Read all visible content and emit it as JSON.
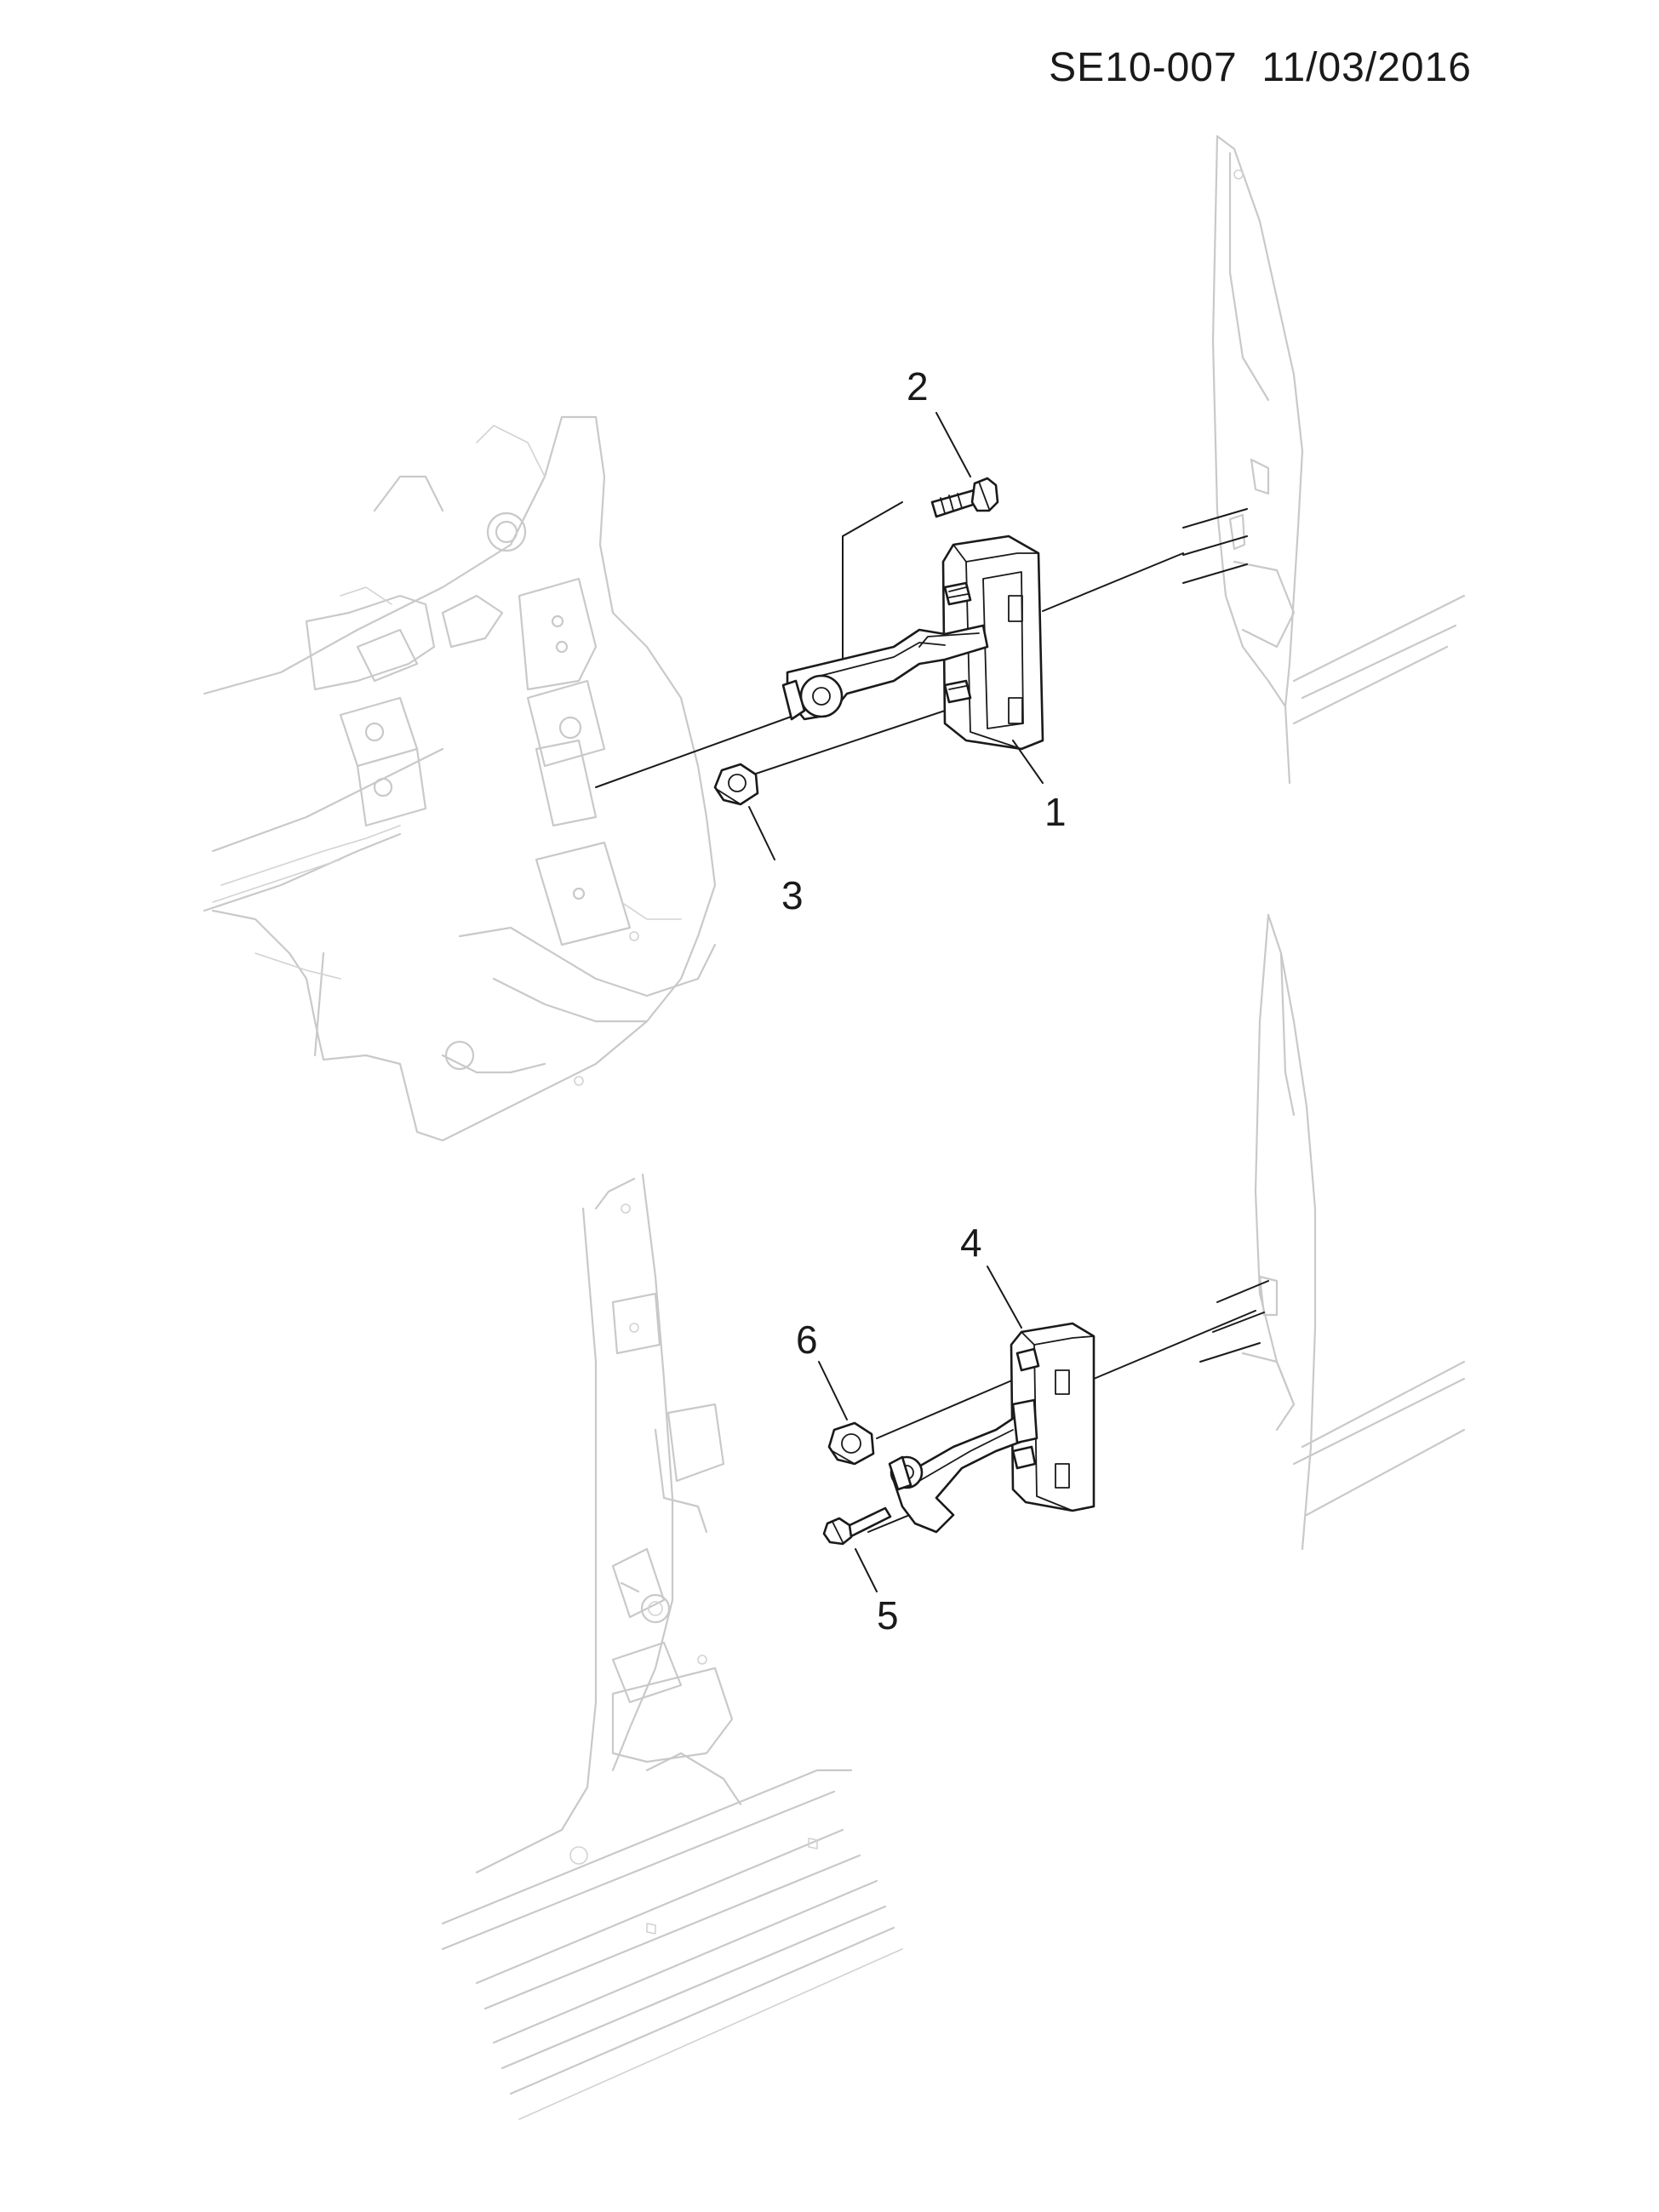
{
  "header": {
    "code": "SE10-007  11/03/2016"
  },
  "callouts": [
    {
      "id": "1",
      "label": "1"
    },
    {
      "id": "2",
      "label": "2"
    },
    {
      "id": "3",
      "label": "3"
    },
    {
      "id": "4",
      "label": "4"
    },
    {
      "id": "5",
      "label": "5"
    },
    {
      "id": "6",
      "label": "6"
    }
  ]
}
